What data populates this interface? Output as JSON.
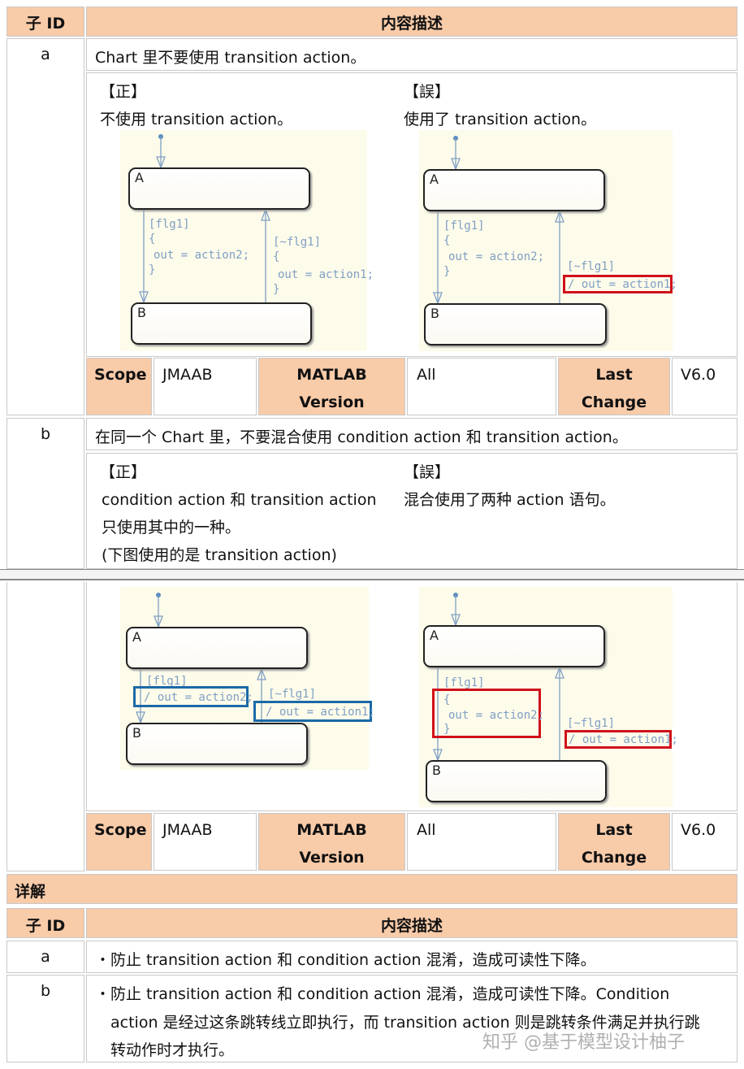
{
  "header": {
    "col_id": "子 ID",
    "col_desc": "内容描述"
  },
  "rule_a": {
    "id": "a",
    "title": "Chart 里不要使用 transition action。",
    "correct_label": "【正】",
    "correct_text": "不使用 transition action。",
    "wrong_label": "【誤】",
    "wrong_text": "使用了 transition action。"
  },
  "rule_b": {
    "id": "b",
    "title": "在同一个 Chart 里，不要混合使用 condition action 和 transition action。",
    "correct_label": "【正】",
    "correct_text_1": "condition  action 和  transition  action",
    "correct_text_2": "只使用其中的一种。",
    "correct_text_3": "(下图使用的是 transition action)",
    "wrong_label": "【誤】",
    "wrong_text": "混合使用了两种 action 语句。"
  },
  "meta": {
    "scope_label": "Scope",
    "scope": "JMAAB",
    "matlab_label_1": "MATLAB",
    "matlab_label_2": "Version",
    "matlab": "All",
    "last_label_1": "Last",
    "last_label_2": "Change",
    "last": "V6.0"
  },
  "diagram": {
    "state_a": "A",
    "state_b": "B",
    "guard1": "[flg1]",
    "guard2": "[~flg1]",
    "open": "{",
    "close": "}",
    "act2": "out = action2;",
    "act1": "out = action1;",
    "tact2": "/ out = action2;",
    "tact1": "/ out = action1;"
  },
  "colors": {
    "peach": "#f8cba9",
    "diagram_bg": "#fdfbea",
    "highlight_red": "#d0101a",
    "highlight_blue": "#1a6aa8",
    "label": "#7f9fc4"
  },
  "details": {
    "title": "详解",
    "col_id": "子 ID",
    "col_desc": "内容描述",
    "rows": [
      {
        "id": "a",
        "text": "・防止 transition action 和 condition action 混淆，造成可读性下降。"
      },
      {
        "id": "b",
        "text_1": "・防止 transition action 和 condition action 混淆，造成可读性下降。Condition",
        "text_2": "action 是经过这条跳转线立即执行，而 transition action 则是跳转条件满足并执行跳",
        "text_3": "转动作时才执行。"
      }
    ]
  },
  "watermark": "知乎 @基于模型设计柚子"
}
